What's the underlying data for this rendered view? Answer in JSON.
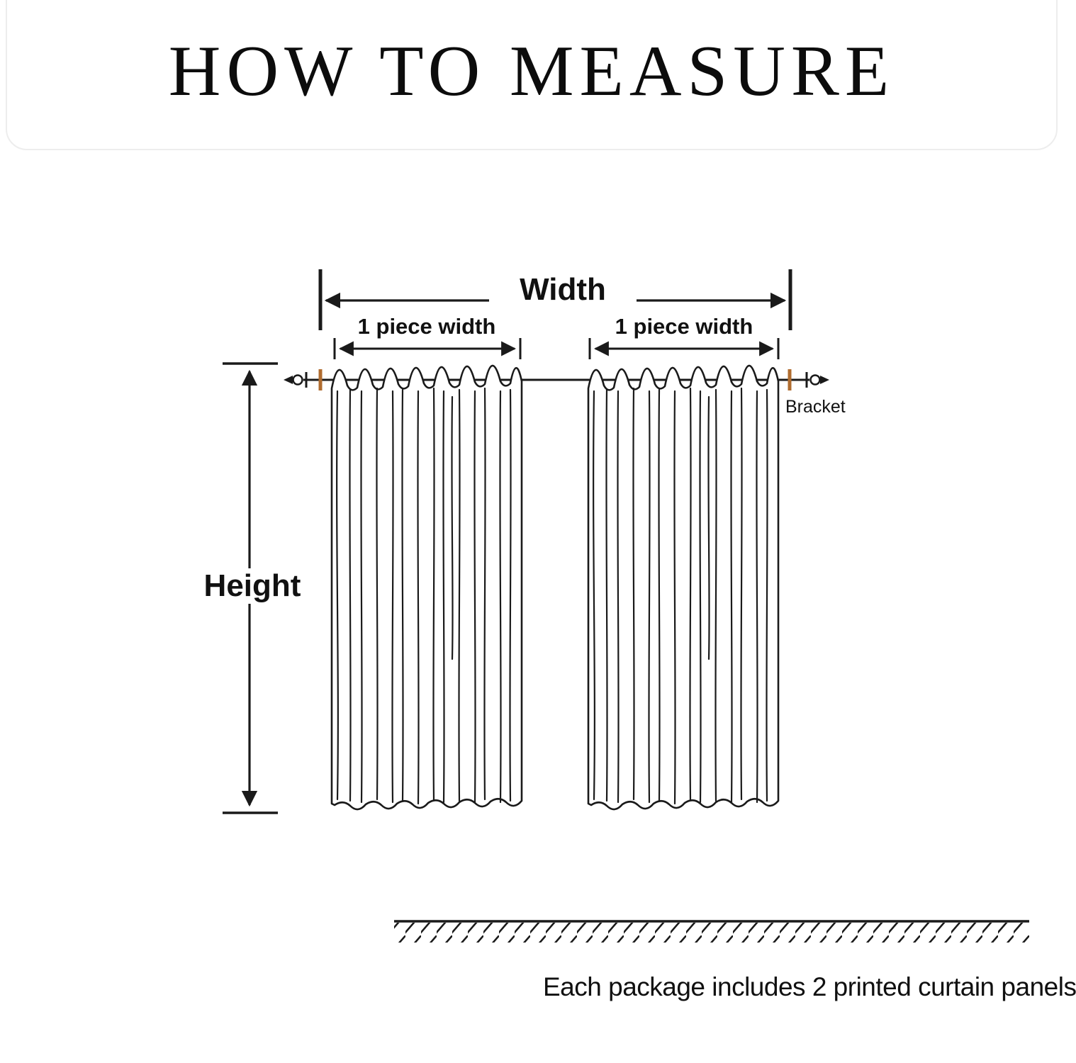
{
  "page": {
    "title": "HOW TO MEASURE",
    "footer_note": "Each package includes 2 printed curtain panels"
  },
  "labels": {
    "width": "Width",
    "piece_width_left": "1 piece width",
    "piece_width_right": "1 piece width",
    "height": "Height",
    "bracket": "Bracket"
  },
  "colors": {
    "line": "#1a1a1a",
    "bracket_accent": "#b06c2f"
  }
}
